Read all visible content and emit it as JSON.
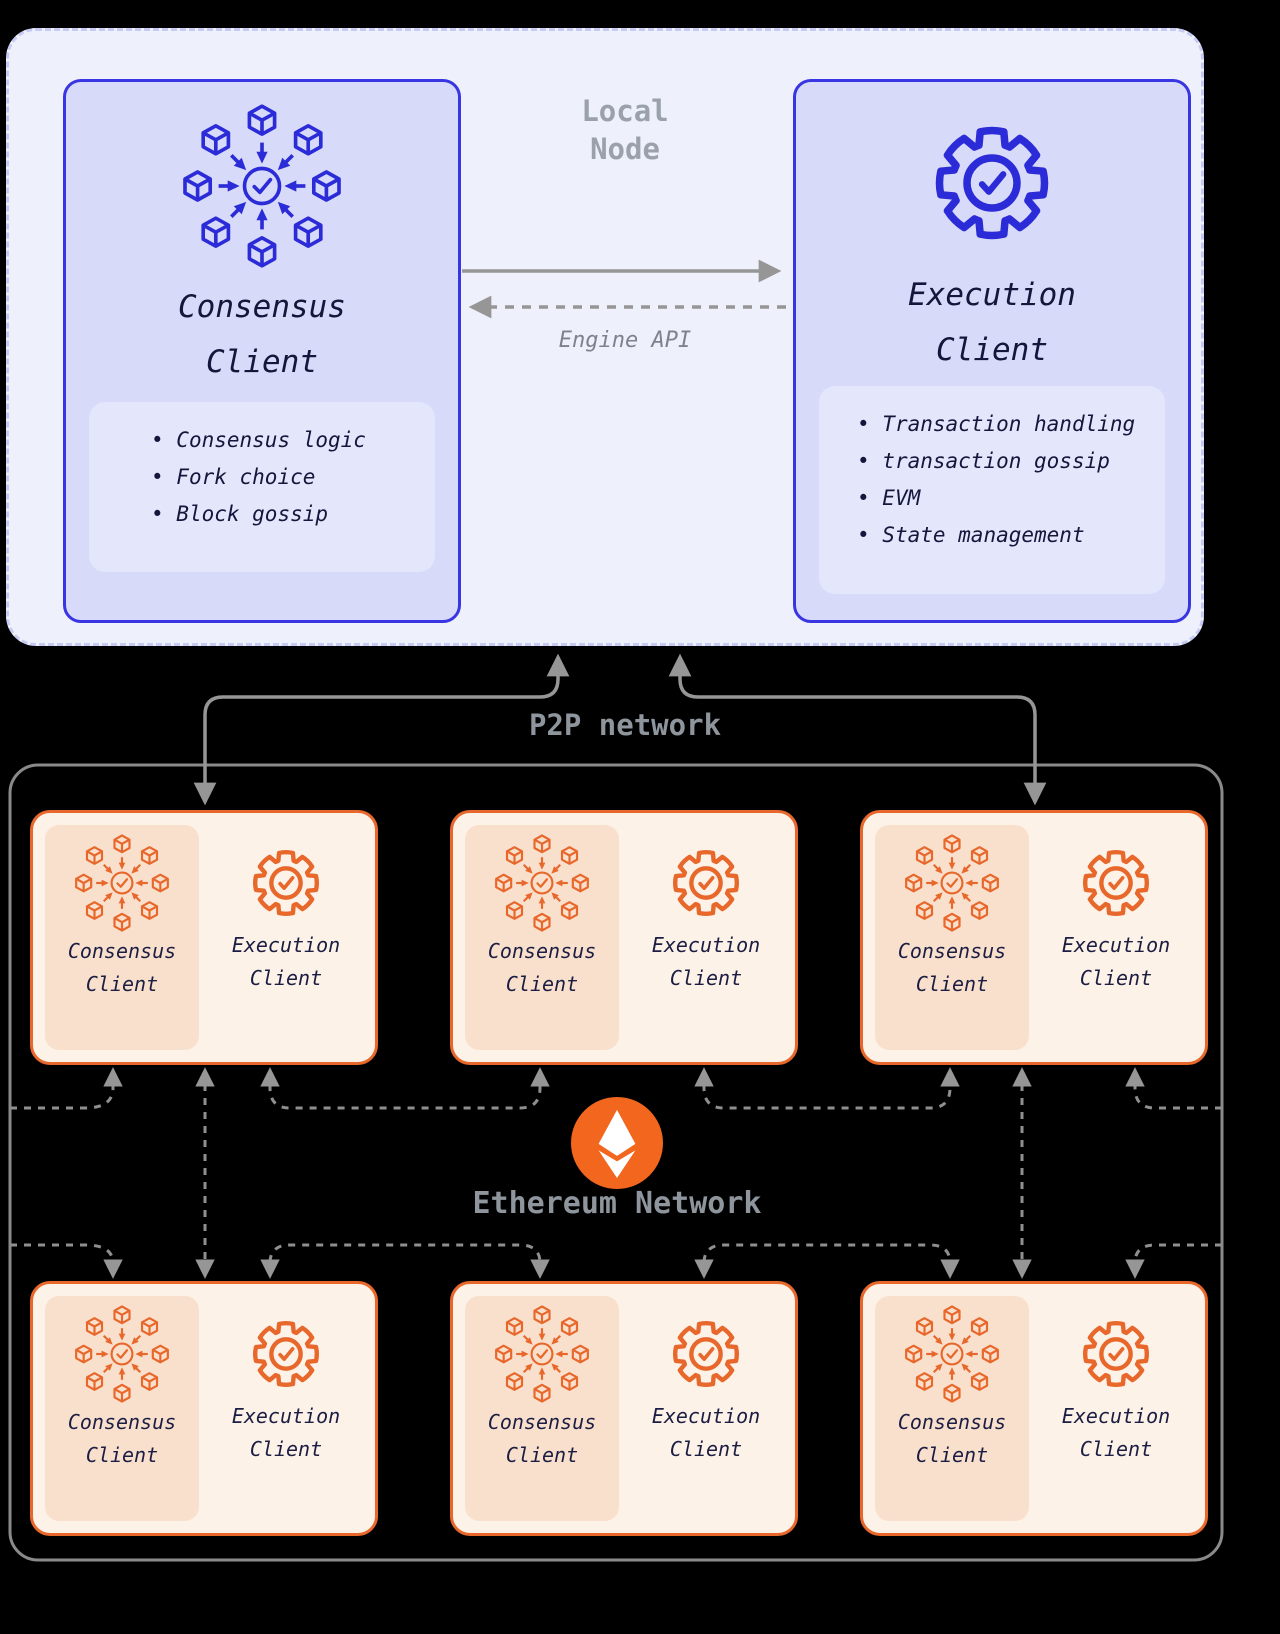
{
  "local_node": {
    "label": {
      "line1": "Local",
      "line2": "Node"
    },
    "engine_api_label": "Engine API",
    "consensus_client": {
      "title": {
        "line1": "Consensus",
        "line2": "Client"
      },
      "features": [
        "Consensus logic",
        "Fork choice",
        "Block gossip"
      ]
    },
    "execution_client": {
      "title": {
        "line1": "Execution",
        "line2": "Client"
      },
      "features": [
        "Transaction handling",
        "transaction gossip",
        "EVM",
        "State management"
      ]
    }
  },
  "p2p_network_label": "P2P network",
  "ethereum_network": {
    "label": "Ethereum Network",
    "peer_count": 6,
    "peer_node_labels": {
      "consensus": {
        "line1": "Consensus",
        "line2": "Client"
      },
      "execution": {
        "line1": "Execution",
        "line2": "Client"
      }
    }
  },
  "colors": {
    "local_node_bg": "#EEF0FC",
    "client_box_bg": "#D7DAF8",
    "client_border_blue": "#3A35E2",
    "icon_blue": "#2B2BD8",
    "inner_panel_bg": "#E4E6FB",
    "peer_border_orange": "#E8672B",
    "peer_box_bg": "#FDF2E8",
    "peer_consensus_bg": "#F9E0CD",
    "ethereum_logo_orange": "#F2661E",
    "label_gray": "#8E959D",
    "connector_gray": "#969696",
    "text_dark": "#14163C"
  }
}
